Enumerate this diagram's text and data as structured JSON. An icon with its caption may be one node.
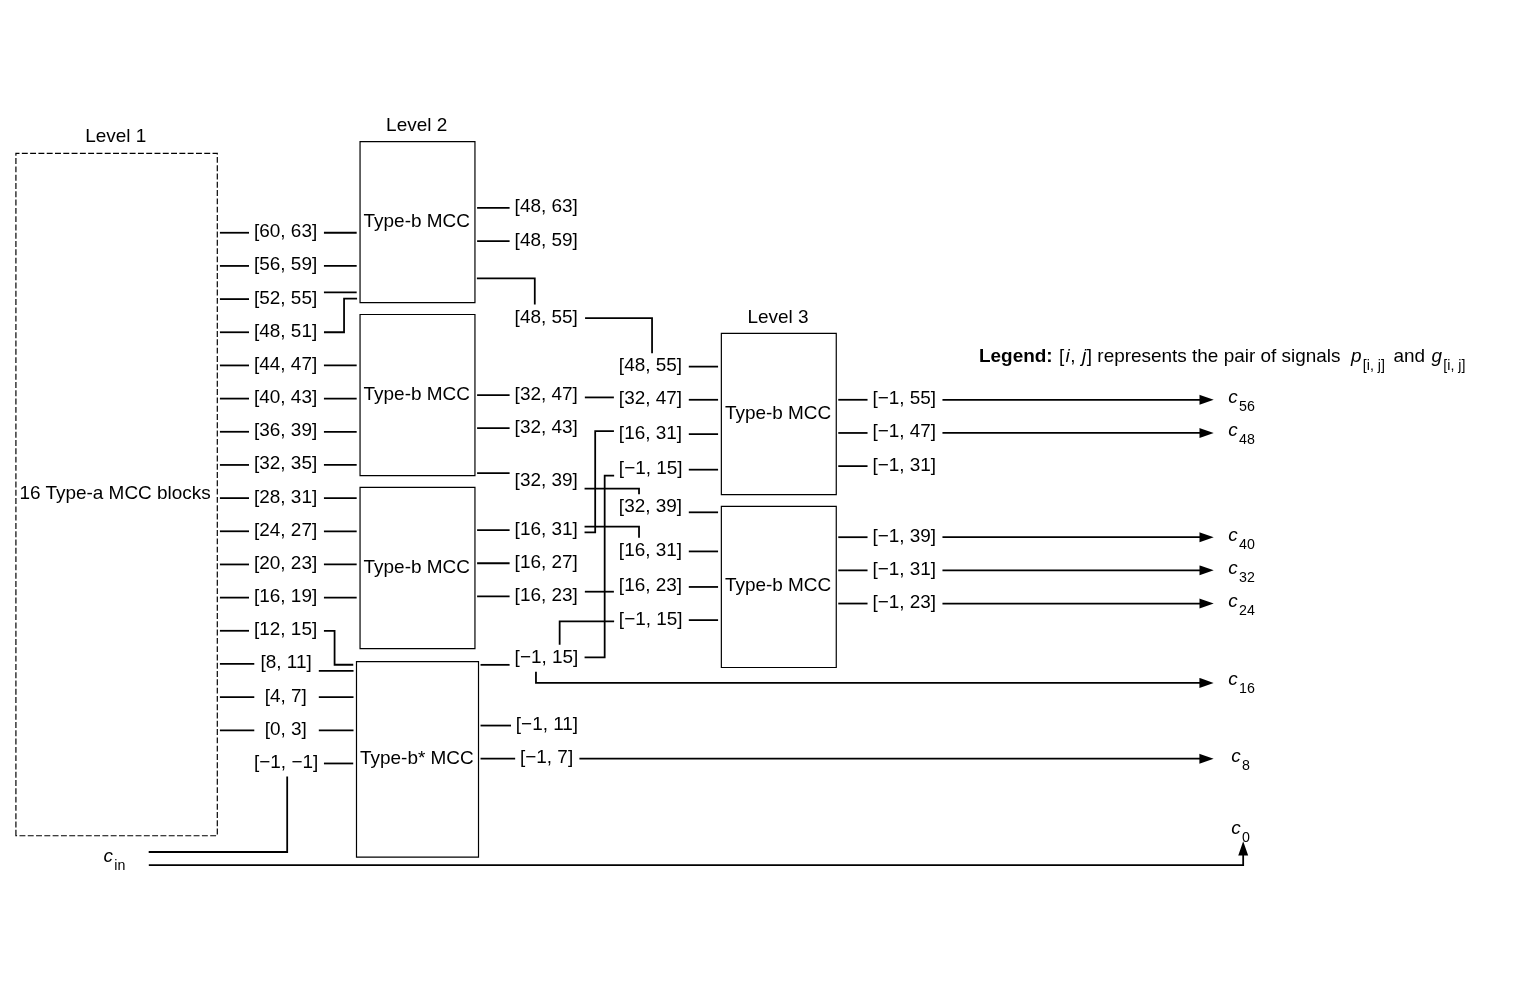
{
  "diagram": {
    "nodes": [
      {
        "text": [
          "16 Type-a MCC blocks"
        ],
        "beside": [
          "Level 1"
        ]
      },
      {
        "text": [
          "Type-b MCC"
        ],
        "beside": [
          "Level 2"
        ]
      },
      {
        "text": [
          "Type-b MCC"
        ]
      },
      {
        "text": [
          "Type-b MCC"
        ]
      },
      {
        "text": [
          "Type-b* MCC"
        ]
      },
      {
        "text": [
          "Type-b MCC"
        ],
        "beside": [
          "Level 3"
        ]
      },
      {
        "text": [
          "Type-b MCC"
        ]
      },
      {
        "text": [
          "[60, 63]"
        ]
      },
      {
        "text": [
          "[56, 59]"
        ]
      },
      {
        "text": [
          "[52, 55]"
        ]
      },
      {
        "text": [
          "[48, 51]"
        ]
      },
      {
        "text": [
          "[44, 47]"
        ]
      },
      {
        "text": [
          "[40, 43]"
        ]
      },
      {
        "text": [
          "[36, 39]"
        ]
      },
      {
        "text": [
          "[32, 35]"
        ]
      },
      {
        "text": [
          "[28, 31]"
        ]
      },
      {
        "text": [
          "[24, 27]"
        ]
      },
      {
        "text": [
          "[20, 23]"
        ]
      },
      {
        "text": [
          "[16, 19]"
        ]
      },
      {
        "text": [
          "[12, 15]"
        ]
      },
      {
        "text": [
          "[8, 11]"
        ]
      },
      {
        "text": [
          "[4, 7]"
        ]
      },
      {
        "text": [
          "[0, 3]"
        ]
      },
      {
        "text": [
          "[−1, −1]"
        ]
      },
      {
        "text": [
          "[48, 63]"
        ]
      },
      {
        "text": [
          "[48, 59]"
        ]
      },
      {
        "text": [
          "[48, 55]"
        ]
      },
      {
        "text": [
          "[32, 47]"
        ]
      },
      {
        "text": [
          "[32, 43]"
        ]
      },
      {
        "text": [
          "[32, 39]"
        ]
      },
      {
        "text": [
          "[16, 31]"
        ]
      },
      {
        "text": [
          "[16, 27]"
        ]
      },
      {
        "text": [
          "[16, 23]"
        ]
      },
      {
        "text": [
          "[−1, 15]"
        ]
      },
      {
        "text": [
          "[−1, 11]"
        ]
      },
      {
        "text": [
          "[−1, 7]"
        ]
      },
      {
        "text": [
          "[48, 55]"
        ]
      },
      {
        "text": [
          "[32, 47]"
        ]
      },
      {
        "text": [
          "[16, 31]"
        ]
      },
      {
        "text": [
          "[−1, 15]"
        ]
      },
      {
        "text": [
          "[32, 39]"
        ]
      },
      {
        "text": [
          "[16, 31]"
        ]
      },
      {
        "text": [
          "[16, 23]"
        ]
      },
      {
        "text": [
          "[−1, 15]"
        ]
      },
      {
        "text": [
          "[−1, 55]"
        ]
      },
      {
        "text": [
          "[−1, 47]"
        ]
      },
      {
        "text": [
          "[−1, 31]"
        ]
      },
      {
        "text": [
          "[−1, 39]"
        ]
      },
      {
        "text": [
          "[−1, 31]"
        ]
      },
      {
        "text": [
          "[−1, 23]"
        ]
      },
      {
        "text": [
          "*c*$_{56}$"
        ]
      },
      {
        "text": [
          "*c*$_{48}$"
        ]
      },
      {
        "text": [
          "*c*$_{40}$"
        ]
      },
      {
        "text": [
          "*c*$_{32}$"
        ]
      },
      {
        "text": [
          "*c*$_{24}$"
        ]
      },
      {
        "text": [
          "*c*$_{16}$"
        ]
      },
      {
        "text": [
          "*c*$_{8}$"
        ]
      },
      {
        "text": [
          "*c*$_{in}$"
        ]
      },
      {
        "text": [
          "*c*$_{0}$"
        ]
      }
    ],
    "edges": [
      {
        "from": 0,
        "to": 7,
        "arrow": "none"
      },
      {
        "from": 0,
        "to": 8,
        "arrow": "none"
      },
      {
        "from": 0,
        "to": 9,
        "arrow": "none"
      },
      {
        "from": 0,
        "to": 10,
        "arrow": "none"
      },
      {
        "from": 0,
        "to": 11,
        "arrow": "none"
      },
      {
        "from": 0,
        "to": 12,
        "arrow": "none"
      },
      {
        "from": 0,
        "to": 13,
        "arrow": "none"
      },
      {
        "from": 0,
        "to": 14,
        "arrow": "none"
      },
      {
        "from": 0,
        "to": 15,
        "arrow": "none"
      },
      {
        "from": 0,
        "to": 16,
        "arrow": "none"
      },
      {
        "from": 0,
        "to": 17,
        "arrow": "none"
      },
      {
        "from": 0,
        "to": 18,
        "arrow": "none"
      },
      {
        "from": 0,
        "to": 19,
        "arrow": "none"
      },
      {
        "from": 0,
        "to": 20,
        "arrow": "none"
      },
      {
        "from": 0,
        "to": 21,
        "arrow": "none"
      },
      {
        "from": 0,
        "to": 22,
        "arrow": "none"
      },
      {
        "from": 7,
        "to": 1,
        "arrow": "none"
      },
      {
        "from": 8,
        "to": 1,
        "arrow": "none"
      },
      {
        "from": 9,
        "to": 1,
        "arrow": "none"
      },
      {
        "from": 10,
        "to": 1,
        "arrow": "none"
      },
      {
        "from": 11,
        "to": 2,
        "arrow": "none"
      },
      {
        "from": 12,
        "to": 2,
        "arrow": "none"
      },
      {
        "from": 13,
        "to": 2,
        "arrow": "none"
      },
      {
        "from": 14,
        "to": 2,
        "arrow": "none"
      },
      {
        "from": 15,
        "to": 3,
        "arrow": "none"
      },
      {
        "from": 16,
        "to": 3,
        "arrow": "none"
      },
      {
        "from": 17,
        "to": 3,
        "arrow": "none"
      },
      {
        "from": 18,
        "to": 3,
        "arrow": "none"
      },
      {
        "from": 19,
        "to": 4,
        "arrow": "none"
      },
      {
        "from": 20,
        "to": 4,
        "arrow": "none"
      },
      {
        "from": 21,
        "to": 4,
        "arrow": "none"
      },
      {
        "from": 22,
        "to": 4,
        "arrow": "none"
      },
      {
        "from": 23,
        "to": 4,
        "arrow": "none"
      },
      {
        "from": 1,
        "to": 24,
        "arrow": "none"
      },
      {
        "from": 1,
        "to": 25,
        "arrow": "none"
      },
      {
        "from": 1,
        "to": 26,
        "arrow": "none"
      },
      {
        "from": 2,
        "to": 27,
        "arrow": "none"
      },
      {
        "from": 2,
        "to": 28,
        "arrow": "none"
      },
      {
        "from": 2,
        "to": 29,
        "arrow": "none"
      },
      {
        "from": 3,
        "to": 30,
        "arrow": "none"
      },
      {
        "from": 3,
        "to": 31,
        "arrow": "none"
      },
      {
        "from": 3,
        "to": 32,
        "arrow": "none"
      },
      {
        "from": 4,
        "to": 33,
        "arrow": "none"
      },
      {
        "from": 4,
        "to": 34,
        "arrow": "none"
      },
      {
        "from": 4,
        "to": 35,
        "arrow": "none"
      },
      {
        "from": 26,
        "to": 36,
        "arrow": "none"
      },
      {
        "from": 27,
        "to": 37,
        "arrow": "none"
      },
      {
        "from": 30,
        "to": 38,
        "arrow": "none"
      },
      {
        "from": 33,
        "to": 39,
        "arrow": "none"
      },
      {
        "from": 29,
        "to": 40,
        "arrow": "none"
      },
      {
        "from": 30,
        "to": 41,
        "arrow": "none"
      },
      {
        "from": 32,
        "to": 42,
        "arrow": "none"
      },
      {
        "from": 33,
        "to": 43,
        "arrow": "none"
      },
      {
        "from": 33,
        "to": 55,
        "arrow": "to"
      },
      {
        "from": 35,
        "to": 56,
        "arrow": "to"
      },
      {
        "from": 57,
        "to": 23,
        "arrow": "none"
      },
      {
        "from": 57,
        "to": 58,
        "arrow": "to"
      },
      {
        "from": 36,
        "to": 5,
        "arrow": "none"
      },
      {
        "from": 37,
        "to": 5,
        "arrow": "none"
      },
      {
        "from": 38,
        "to": 5,
        "arrow": "none"
      },
      {
        "from": 39,
        "to": 5,
        "arrow": "none"
      },
      {
        "from": 40,
        "to": 6,
        "arrow": "none"
      },
      {
        "from": 41,
        "to": 6,
        "arrow": "none"
      },
      {
        "from": 42,
        "to": 6,
        "arrow": "none"
      },
      {
        "from": 43,
        "to": 6,
        "arrow": "none"
      },
      {
        "from": 5,
        "to": 44,
        "arrow": "none"
      },
      {
        "from": 5,
        "to": 45,
        "arrow": "none"
      },
      {
        "from": 5,
        "to": 46,
        "arrow": "none"
      },
      {
        "from": 6,
        "to": 47,
        "arrow": "none"
      },
      {
        "from": 6,
        "to": 48,
        "arrow": "none"
      },
      {
        "from": 6,
        "to": 49,
        "arrow": "none"
      },
      {
        "from": 44,
        "to": 50,
        "arrow": "to"
      },
      {
        "from": 45,
        "to": 51,
        "arrow": "to"
      },
      {
        "from": 47,
        "to": 52,
        "arrow": "to"
      },
      {
        "from": 48,
        "to": 53,
        "arrow": "to"
      },
      {
        "from": 49,
        "to": 54,
        "arrow": "to"
      }
    ],
    "labels": [
      "**Legend:** [*i*, *j*] represents the pair of signals *p*$_{[i, j]}$ and *g*$_{[i, j]}$"
    ]
  }
}
